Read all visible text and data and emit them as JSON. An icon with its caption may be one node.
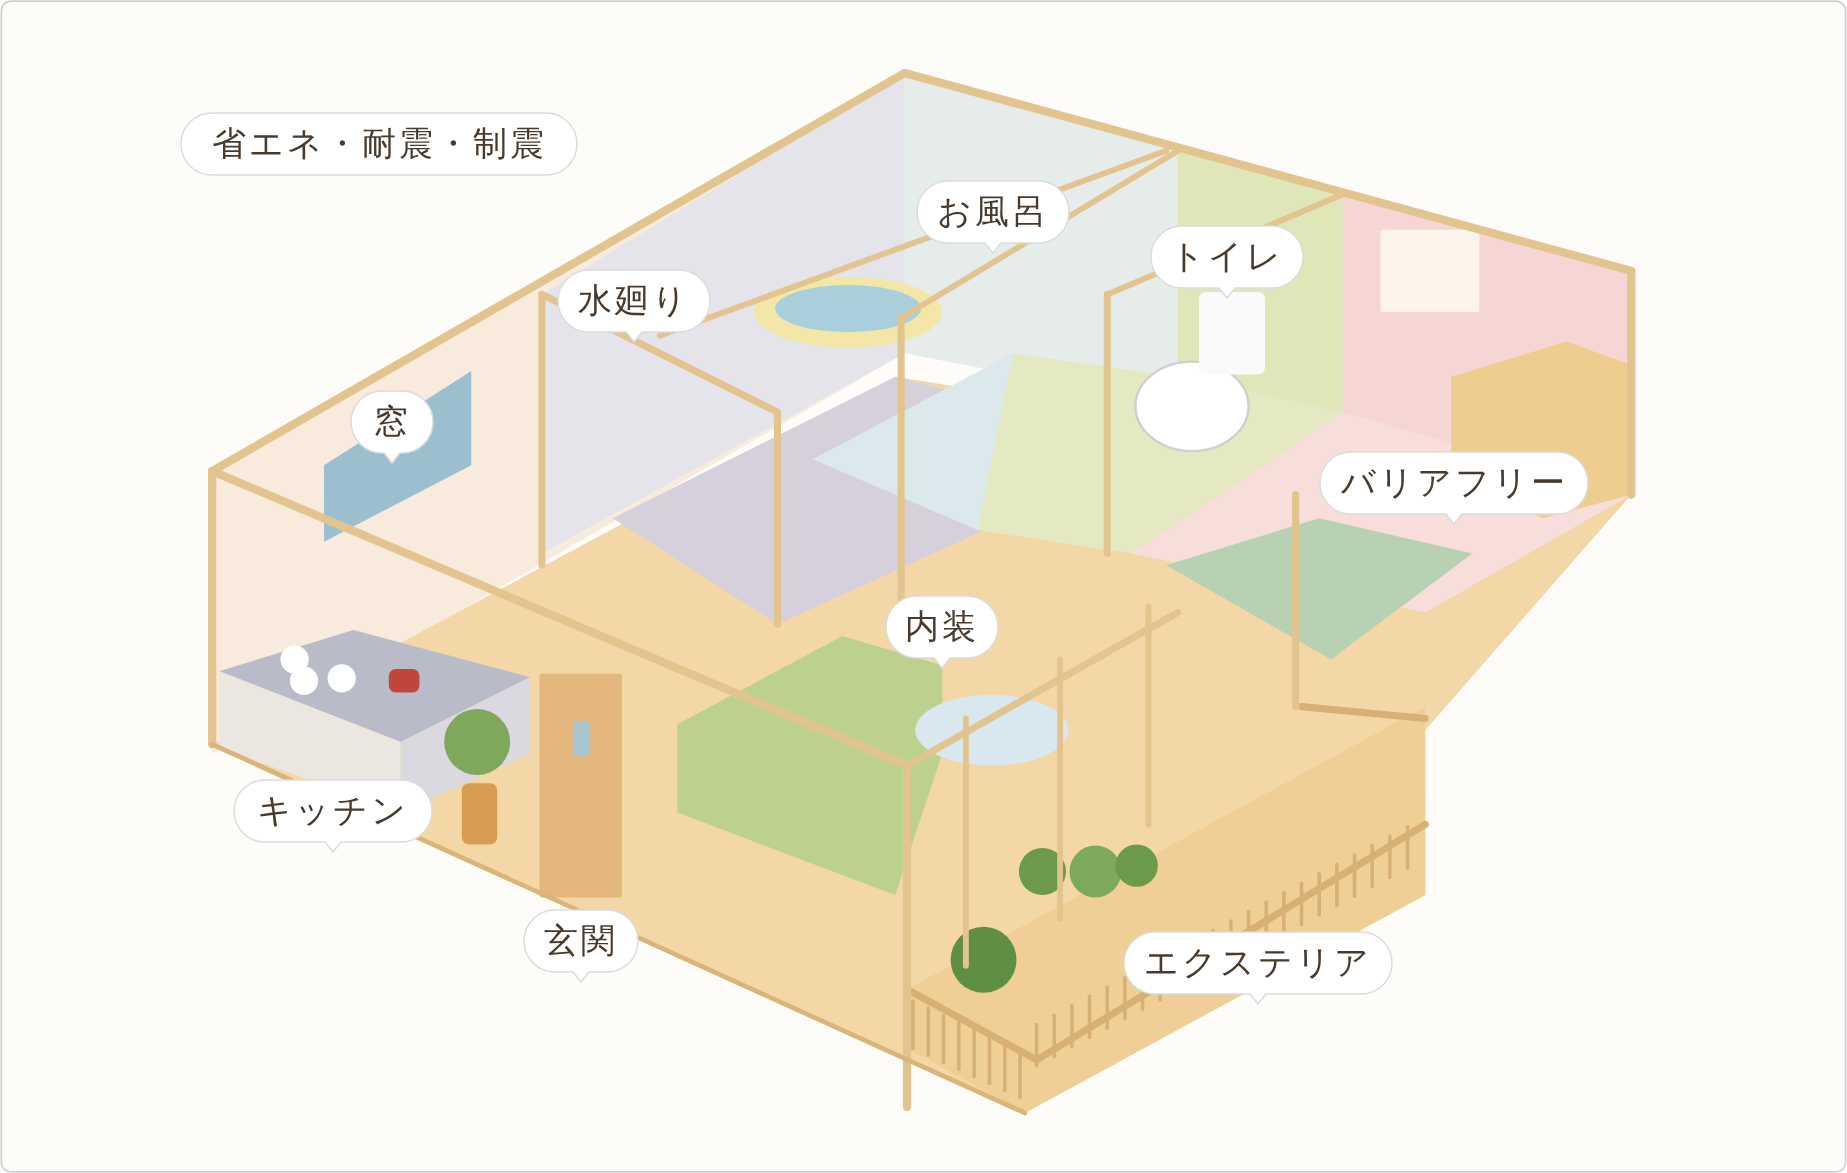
{
  "diagram": {
    "nodes": [
      {
        "text": [
          "省エネ・耐震・制震"
        ]
      },
      {
        "text": [
          "お風呂"
        ]
      },
      {
        "text": [
          "水廻り"
        ]
      },
      {
        "text": [
          "トイレ"
        ]
      },
      {
        "text": [
          "窓"
        ]
      },
      {
        "text": [
          "バリアフリー"
        ]
      },
      {
        "text": [
          "内装"
        ]
      },
      {
        "text": [
          "キッチン"
        ]
      },
      {
        "text": [
          "玄関"
        ]
      },
      {
        "text": [
          "エクステリア"
        ]
      }
    ]
  }
}
